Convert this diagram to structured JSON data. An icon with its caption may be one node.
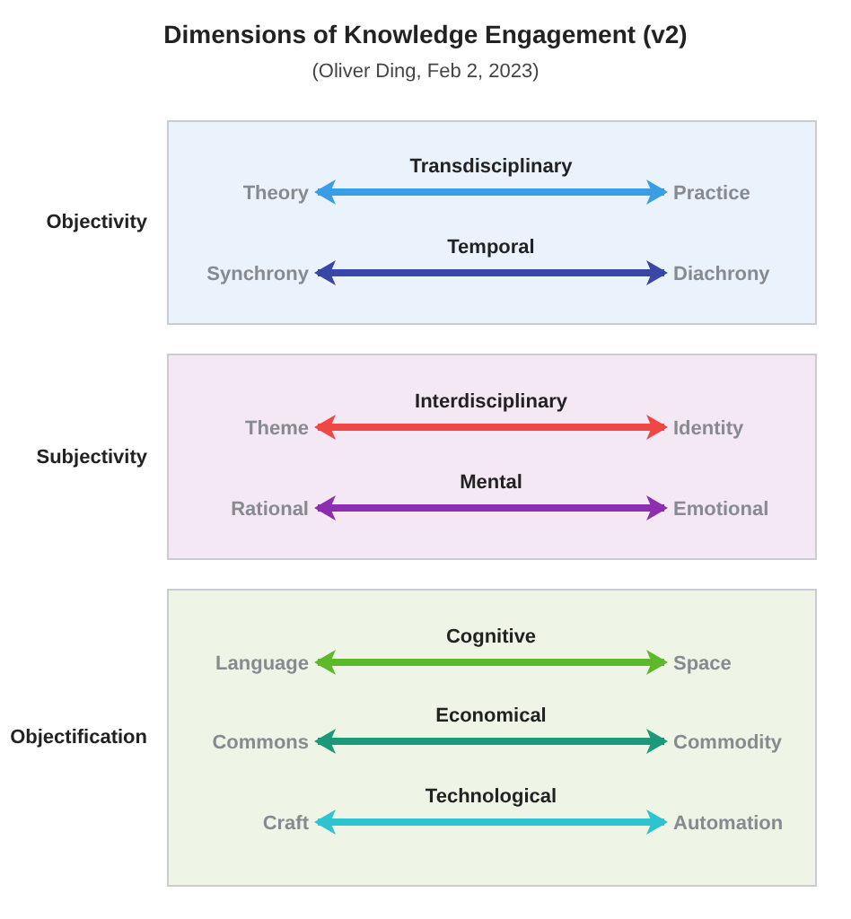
{
  "diagram": {
    "title": "Dimensions of Knowledge Engagement (v2)",
    "caption": "(Oliver Ding, Feb 2, 2023)",
    "nodes": [
      {
        "text": [],
        "shape": "box",
        "beside": [
          "Objectivity"
        ]
      },
      {
        "text": [
          "Theory"
        ],
        "in": 0
      },
      {
        "text": [
          "Practice"
        ],
        "in": 0
      },
      {
        "text": [
          "Synchrony"
        ],
        "in": 0
      },
      {
        "text": [
          "Diachrony"
        ],
        "in": 0
      },
      {
        "text": [],
        "shape": "box",
        "beside": [
          "Subjectivity"
        ]
      },
      {
        "text": [
          "Theme"
        ],
        "in": 5
      },
      {
        "text": [
          "Identity"
        ],
        "in": 5
      },
      {
        "text": [
          "Rational"
        ],
        "in": 5
      },
      {
        "text": [
          "Emotional"
        ],
        "in": 5
      },
      {
        "text": [],
        "shape": "box",
        "beside": [
          "Objectification"
        ]
      },
      {
        "text": [
          "Language"
        ],
        "in": 10
      },
      {
        "text": [
          "Space"
        ],
        "in": 10
      },
      {
        "text": [
          "Commons"
        ],
        "in": 10
      },
      {
        "text": [
          "Commodity"
        ],
        "in": 10
      },
      {
        "text": [
          "Craft"
        ],
        "in": 10
      },
      {
        "text": [
          "Automation"
        ],
        "in": 10
      }
    ],
    "edges": [
      {
        "from": 1,
        "to": 2,
        "arrow": "both",
        "label": "Transdisciplinary",
        "color": "#3a9ee6"
      },
      {
        "from": 3,
        "to": 4,
        "arrow": "both",
        "label": "Temporal",
        "color": "#3a47a6"
      },
      {
        "from": 6,
        "to": 7,
        "arrow": "both",
        "label": "Interdisciplinary",
        "color": "#ef4646"
      },
      {
        "from": 8,
        "to": 9,
        "arrow": "both",
        "label": "Mental",
        "color": "#8d2eae"
      },
      {
        "from": 11,
        "to": 12,
        "arrow": "both",
        "label": "Cognitive",
        "color": "#5db82c"
      },
      {
        "from": 13,
        "to": 14,
        "arrow": "both",
        "label": "Economical",
        "color": "#1b997a"
      },
      {
        "from": 15,
        "to": 16,
        "arrow": "both",
        "label": "Technological",
        "color": "#2dc3cf"
      }
    ]
  }
}
